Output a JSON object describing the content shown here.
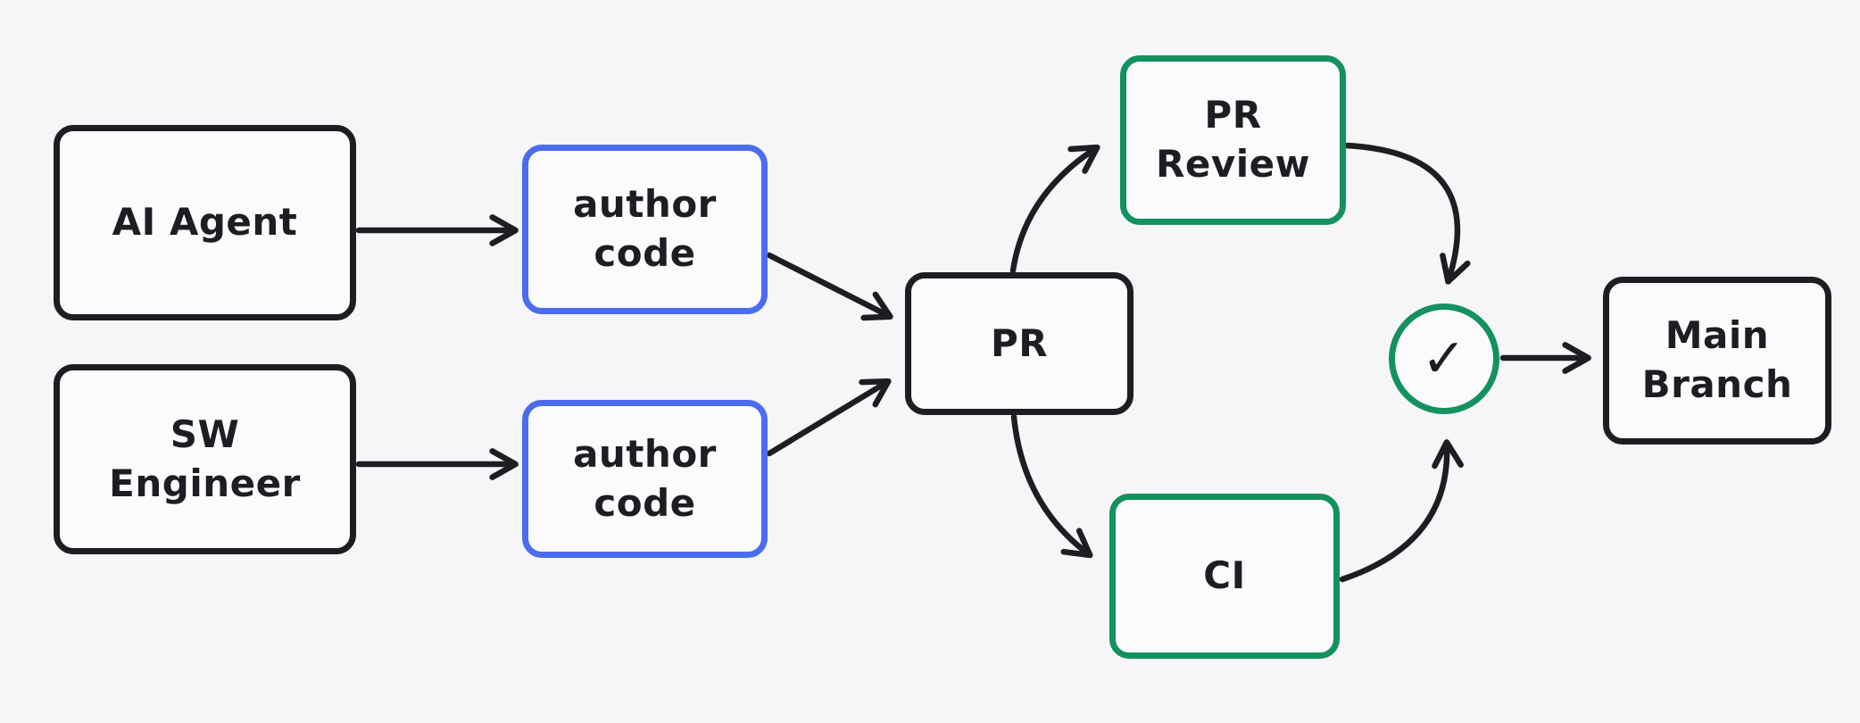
{
  "diagram": {
    "title": "PR workflow diagram",
    "colors": {
      "background": "#f6f6f9",
      "node_fill": "#fbfbfe",
      "ink": "#1d1d22",
      "blue": "#4b6cee",
      "green": "#13915f"
    },
    "nodes": {
      "ai_agent": {
        "label": "AI Agent"
      },
      "sw_engineer": {
        "label": "SW\nEngineer"
      },
      "author_code_top": {
        "label": "author\ncode"
      },
      "author_code_bottom": {
        "label": "author\ncode"
      },
      "pr": {
        "label": "PR"
      },
      "pr_review": {
        "label": "PR\nReview"
      },
      "ci": {
        "label": "CI"
      },
      "approved_check": {
        "symbol": "✓",
        "icon": "checkmark-icon"
      },
      "main_branch": {
        "label": "Main\nBranch"
      }
    },
    "edges": [
      {
        "from": "ai-agent",
        "to": "author-code-top"
      },
      {
        "from": "sw-engineer",
        "to": "author-code-bottom"
      },
      {
        "from": "author-code-top",
        "to": "pr"
      },
      {
        "from": "author-code-bottom",
        "to": "pr"
      },
      {
        "from": "pr",
        "to": "pr-review"
      },
      {
        "from": "pr",
        "to": "ci"
      },
      {
        "from": "pr-review",
        "to": "approved-check"
      },
      {
        "from": "ci",
        "to": "approved-check"
      },
      {
        "from": "approved-check",
        "to": "main-branch"
      }
    ]
  }
}
